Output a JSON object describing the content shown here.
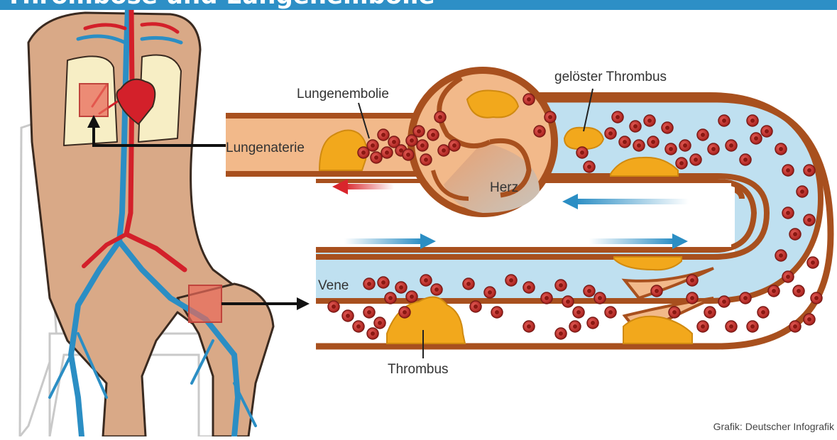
{
  "header": {
    "title": "Thrombose und Lungenembolie"
  },
  "labels": {
    "lungenembolie": "Lungenembolie",
    "geloester_thrombus": "gelöster Thrombus",
    "lungenaterie": "Lungenaterie",
    "herz": "Herz",
    "vene": "Vene",
    "thrombus": "Thrombus"
  },
  "credit": "Grafik: Deutscher Infografik",
  "colors": {
    "header": "#2d8fc6",
    "vessel_wall": "#a8501e",
    "vessel_lumen": "#bfe0f0",
    "artery_lumen": "#f2b98a",
    "blood_cell": "#c8342e",
    "thrombus": "#f2a81c",
    "skin": "#d9a987",
    "vein_blue": "#2b8ec4",
    "artery_red": "#d3202a",
    "arrow_red": "#d9252c",
    "arrow_blue": "#2b8ec4"
  }
}
